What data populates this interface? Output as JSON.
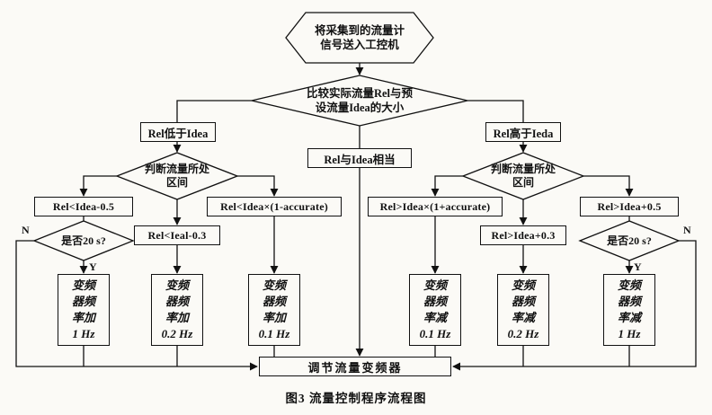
{
  "title": "图3  流量控制程序流程图",
  "start": {
    "line1": "将采集到的流量计",
    "line2": "信号送入工控机"
  },
  "compare": {
    "line1": "比较实际流量Rel与预",
    "line2": "设流量Idea的大小"
  },
  "branches": {
    "low": "Rel低于Idea",
    "equal": "Rel与Idea相当",
    "high": "Rel高于Ieda"
  },
  "judge": {
    "line1": "判断流量所处",
    "line2": "区间"
  },
  "timer": "是否20 s?",
  "conditions": [
    "Rel<Idea-0.5",
    "Rel<Ieal-0.3",
    "Rel<Idea×(1-accurate)",
    "Rel>Idea×(1+accurate)",
    "Rel>Idea+0.3",
    "Rel>Idea+0.5"
  ],
  "actions": [
    [
      "变频",
      "器频",
      "率加",
      "1 Hz"
    ],
    [
      "变频",
      "器频",
      "率加",
      "0.2 Hz"
    ],
    [
      "变频",
      "器频",
      "率加",
      "0.1 Hz"
    ],
    [
      "变频",
      "器频",
      "率减",
      "0.1 Hz"
    ],
    [
      "变频",
      "器频",
      "率减",
      "0.2 Hz"
    ],
    [
      "变频",
      "器频",
      "率减",
      "1 Hz"
    ]
  ],
  "adjust": "调节流量变频器",
  "edge_labels": {
    "n_left": "N",
    "y_left": "Y",
    "n_right": "N",
    "y_right": "Y"
  },
  "colors": {
    "line": "#111111",
    "background": "#fbfaf6"
  }
}
